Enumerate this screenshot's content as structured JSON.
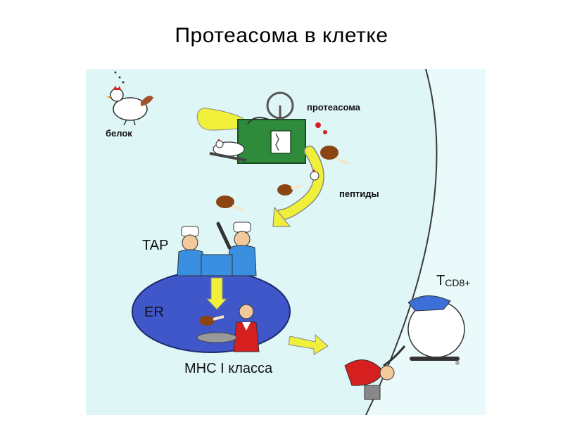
{
  "title": "Протеасома в клетке",
  "labels": {
    "protein": "белок",
    "proteasome": "протеасома",
    "peptides": "пептиды",
    "tap": "TAP",
    "er": "ER",
    "mhc": "MHC I класса",
    "tcell_main": "T",
    "tcell_sub": "CD8+"
  },
  "colors": {
    "cytoplasm": "#dff6f7",
    "outside": "#ffffff",
    "er": "#3f57c8",
    "proteasome": "#2e8b3c",
    "arrow": "#f0f03a",
    "chef_apron": "#3a8fe0",
    "cap": "#3d6fd8"
  }
}
